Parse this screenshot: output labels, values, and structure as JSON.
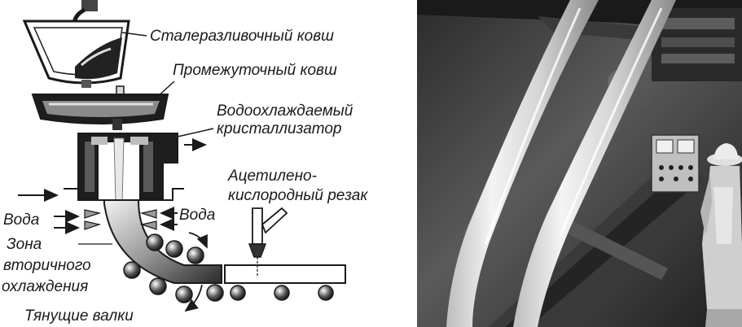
{
  "labels": {
    "ladle": "Сталеразливочный ковш",
    "tundish": "Промежуточный ковш",
    "mold_line1": "Водоохлаждаемый",
    "mold_line2": "кристаллизатор",
    "cutter_line1": "Ацетилено-",
    "cutter_line2": "кислородный резак",
    "water_left": "Вода",
    "water_right": "Вода",
    "zone_line1": "Зона",
    "zone_line2": "вторичного",
    "zone_line3": "охлаждения",
    "rolls": "Тянущие валки"
  },
  "colors": {
    "ink": "#1a1a1a",
    "photo_dark": "#1c1c1c",
    "photo_mid": "#6a6a6a",
    "photo_light": "#e8e8e8"
  }
}
